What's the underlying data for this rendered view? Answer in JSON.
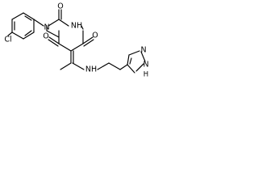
{
  "molecule": {
    "atoms": {
      "cl": "Cl",
      "n_ring_1": "N",
      "o_top": "O",
      "nh_ring": "NH",
      "o_right": "O",
      "o_left": "O",
      "nh_link": "NH",
      "n_imidazole": "N",
      "nh_imidazole": "N",
      "h_imidazole": "H"
    }
  }
}
